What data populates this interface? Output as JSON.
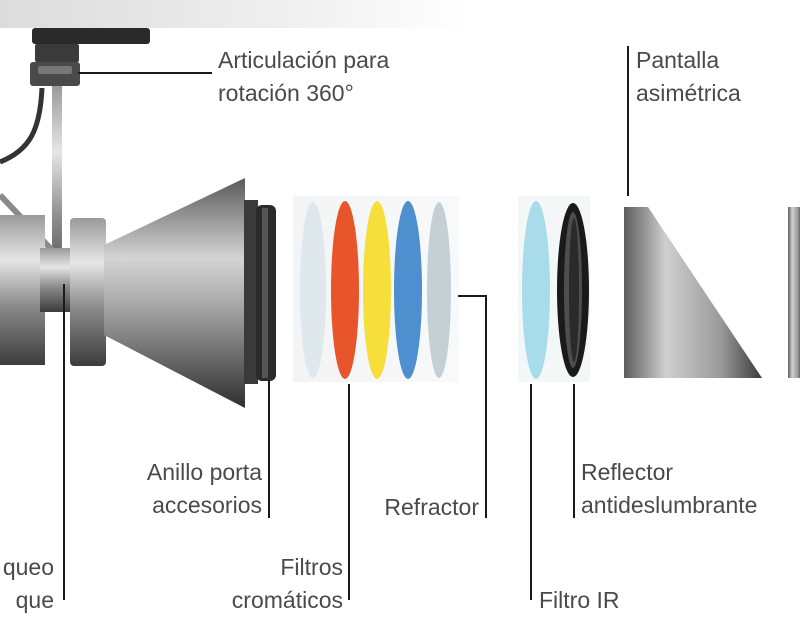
{
  "labels": {
    "articulacion": [
      "Articulación para",
      "rotación 360°"
    ],
    "pantalla": [
      "Pantalla",
      "asimétrica"
    ],
    "anillo": [
      "Anillo porta",
      "accesorios"
    ],
    "refractor": "Refractor",
    "reflector": [
      "Reflector",
      "antideslumbrante"
    ],
    "bloqueo_left": [
      "queo",
      "que"
    ],
    "filtros": [
      "Filtros",
      "cromáticos"
    ],
    "filtro_ir": "Filtro IR"
  },
  "colors": {
    "body_dark": "#4d4d4d",
    "body_light": "#d9d9d9",
    "filter_pale": "#dfe8ec",
    "filter_red": "#e8552a",
    "filter_yellow": "#f6df3a",
    "filter_blue": "#4e8fcf",
    "filter_grey": "#c5d0d4",
    "filter_ir": "#a9dcea",
    "reflector_ring": "#1a1a1a",
    "leader_line": "#1a1a1a",
    "label_text": "#4a4a4a"
  }
}
